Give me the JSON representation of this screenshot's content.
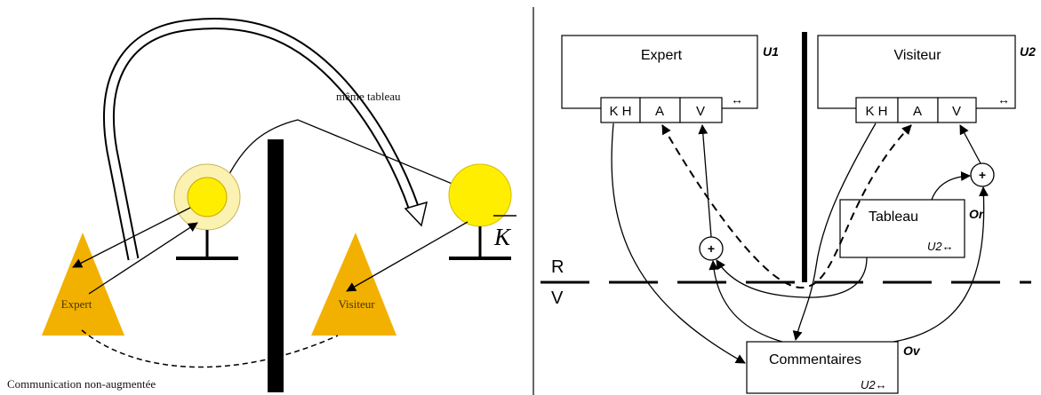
{
  "left_panel": {
    "label_same_board": "même tableau",
    "expert_label": "Expert",
    "visitor_label": "Visiteur",
    "non_augmented_label": "Communication non-augmentée",
    "k_symbol": "K",
    "colors": {
      "triangle": "#f2b100",
      "circle": "#ffee00",
      "halo": "#fbf1b0",
      "bar": "#000000"
    }
  },
  "right_panel": {
    "expert_box": {
      "label": "Expert",
      "user": "U1",
      "swap_symbol": "↔",
      "cells": [
        "K H",
        "A",
        "V"
      ]
    },
    "visitor_box": {
      "label": "Visiteur",
      "user": "U2",
      "swap_symbol": "↔",
      "cells": [
        "K H",
        "A",
        "V"
      ]
    },
    "tableau_box": {
      "label": "Tableau",
      "tag": "Or",
      "owner": "U2↔"
    },
    "comments_box": {
      "label": "Commentaires",
      "tag": "Ov",
      "owner": "U2↔"
    },
    "combiners": [
      "+",
      "+"
    ],
    "boundary": {
      "top": "R",
      "bottom": "V"
    }
  }
}
